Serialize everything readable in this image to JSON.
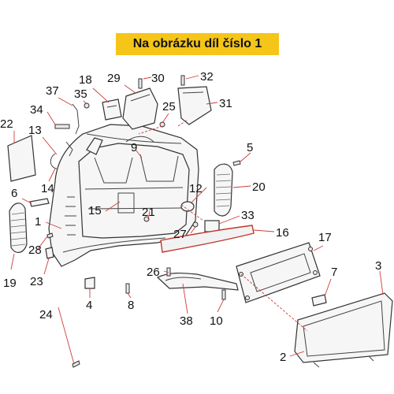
{
  "banner": {
    "text": "Na obrázku díl číslo 1",
    "color": "#f5c518"
  },
  "leader_color": "#d23b3b",
  "callouts": [
    {
      "id": "c1",
      "label": "1"
    },
    {
      "id": "c2",
      "label": "2"
    },
    {
      "id": "c3",
      "label": "3"
    },
    {
      "id": "c4",
      "label": "4"
    },
    {
      "id": "c5",
      "label": "5"
    },
    {
      "id": "c6",
      "label": "6"
    },
    {
      "id": "c7",
      "label": "7"
    },
    {
      "id": "c8",
      "label": "8"
    },
    {
      "id": "c9",
      "label": "9"
    },
    {
      "id": "c10",
      "label": "10"
    },
    {
      "id": "c12",
      "label": "12"
    },
    {
      "id": "c13",
      "label": "13"
    },
    {
      "id": "c14",
      "label": "14"
    },
    {
      "id": "c15",
      "label": "15"
    },
    {
      "id": "c16",
      "label": "16"
    },
    {
      "id": "c17",
      "label": "17"
    },
    {
      "id": "c18",
      "label": "18"
    },
    {
      "id": "c19",
      "label": "19"
    },
    {
      "id": "c20",
      "label": "20"
    },
    {
      "id": "c21",
      "label": "21"
    },
    {
      "id": "c22",
      "label": "22"
    },
    {
      "id": "c23",
      "label": "23"
    },
    {
      "id": "c24",
      "label": "24"
    },
    {
      "id": "c25",
      "label": "25"
    },
    {
      "id": "c26",
      "label": "26"
    },
    {
      "id": "c27",
      "label": "27"
    },
    {
      "id": "c28",
      "label": "28"
    },
    {
      "id": "c29",
      "label": "29"
    },
    {
      "id": "c30",
      "label": "30"
    },
    {
      "id": "c31",
      "label": "31"
    },
    {
      "id": "c32",
      "label": "32"
    },
    {
      "id": "c33",
      "label": "33"
    },
    {
      "id": "c34",
      "label": "34"
    },
    {
      "id": "c35",
      "label": "35"
    },
    {
      "id": "c37",
      "label": "37"
    },
    {
      "id": "c38",
      "label": "38"
    }
  ]
}
